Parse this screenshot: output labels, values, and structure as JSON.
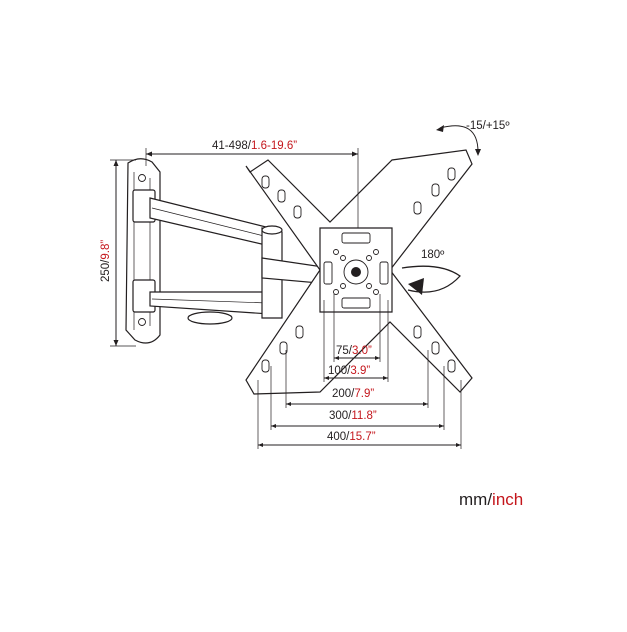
{
  "diagram": {
    "arm_extension": {
      "metric": "41-498/",
      "imperial": "1.6-19.6”"
    },
    "wall_plate_height": {
      "metric": "250/",
      "imperial": "9.8”"
    },
    "tilt": {
      "label": "-15/+15º"
    },
    "swivel": {
      "label": "180º"
    },
    "vesa": [
      {
        "metric": "75/",
        "imperial": "3.0”"
      },
      {
        "metric": "100/",
        "imperial": "3.9”"
      },
      {
        "metric": "200/",
        "imperial": "7.9”"
      },
      {
        "metric": "300/",
        "imperial": "11.8”"
      },
      {
        "metric": "400/",
        "imperial": "15.7”"
      }
    ],
    "units_legend": {
      "metric": "mm/",
      "imperial": "inch"
    }
  },
  "colors": {
    "text": "#231f20",
    "accent": "#c4161c",
    "background": "#ffffff"
  }
}
